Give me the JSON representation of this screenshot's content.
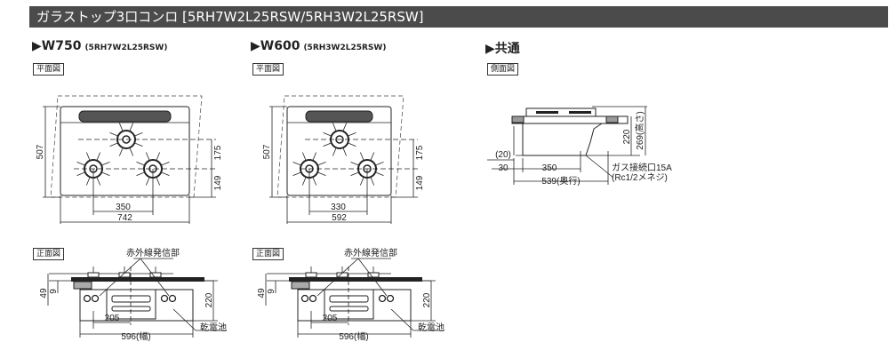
{
  "header": {
    "title": "ガラストップ3口コンロ [5RH7W2L25RSW/5RH3W2L25RSW]"
  },
  "w750": {
    "title": "▶W750",
    "model": "(5RH7W2L25RSW)",
    "plan_label": "平面図",
    "front_label": "正面図",
    "dims": {
      "depth": "507",
      "upper": "175",
      "lower": "149",
      "burner_span": "350",
      "width": "742"
    },
    "front": {
      "h1": "49",
      "h2": "9",
      "height": "220",
      "offset": "205",
      "width": "596(幅)",
      "ir": "赤外線発信部",
      "battery": "乾電池"
    }
  },
  "w600": {
    "title": "▶W600",
    "model": "(5RH3W2L25RSW)",
    "plan_label": "平面図",
    "front_label": "正面図",
    "dims": {
      "depth": "507",
      "upper": "175",
      "lower": "149",
      "burner_span": "330",
      "width": "592"
    },
    "front": {
      "h1": "49",
      "h2": "9",
      "height": "220",
      "offset": "205",
      "width": "596(幅)",
      "ir": "赤外線発信部",
      "battery": "乾電池"
    }
  },
  "common": {
    "title": "▶共通",
    "side_label": "側面図",
    "dims": {
      "gap": "(20)",
      "front": "30",
      "pipe": "350",
      "depth": "539(奥行)",
      "body": "220",
      "total": "269(高さ)"
    },
    "gas1": "ガス接続口15A",
    "gas2": "(Rc1/2メネジ)"
  }
}
